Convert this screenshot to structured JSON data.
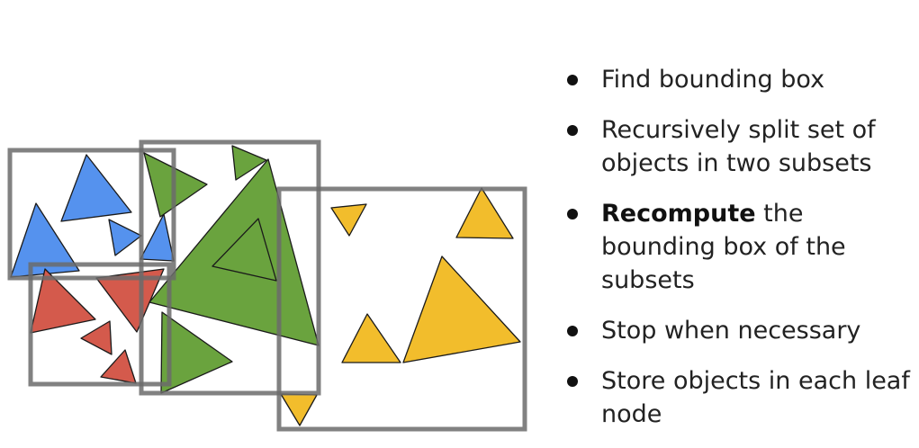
{
  "colors": {
    "blue": "#5592ee",
    "green": "#6aa33e",
    "red": "#d45a4c",
    "yellow": "#f2bd2c",
    "box_border": "#6b6b6b",
    "text": "#222222"
  },
  "bullets": [
    {
      "bold": "",
      "text": "Find bounding box"
    },
    {
      "bold": "",
      "text": "Recursively split set of objects in two subsets"
    },
    {
      "bold": "Recompute",
      "text": " the bounding box of the subsets"
    },
    {
      "bold": "",
      "text": "Stop when necessary"
    },
    {
      "bold": "",
      "text": "Store objects in each leaf node"
    }
  ]
}
